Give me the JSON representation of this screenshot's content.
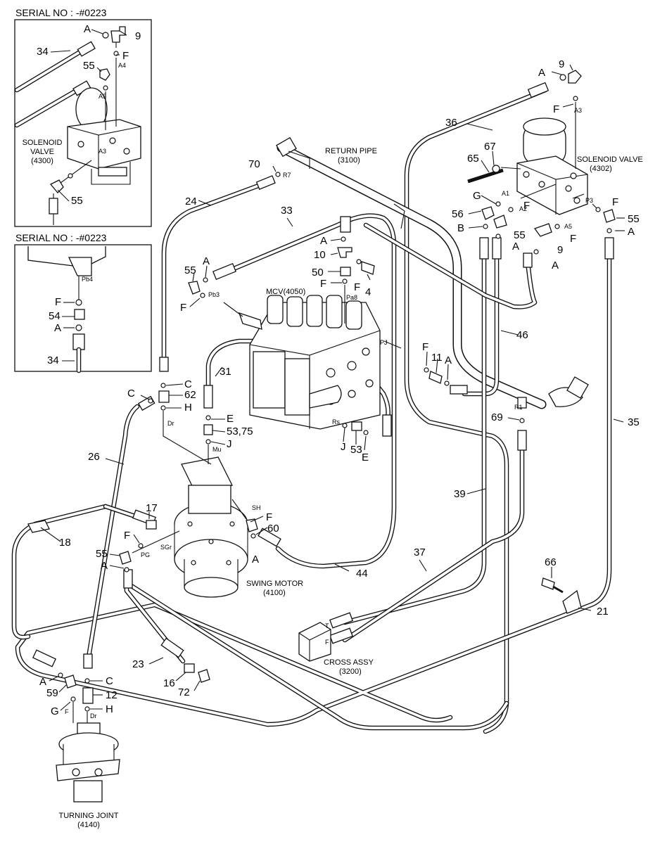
{
  "insets": {
    "top_header": "SERIAL NO : -#0223",
    "bottom_header": "SERIAL NO : -#0223",
    "top_solenoid_label": [
      "SOLENOID",
      "VALVE",
      "(4300)"
    ]
  },
  "components": {
    "return_pipe": [
      "RETURN PIPE",
      "(3100)"
    ],
    "solenoid_valve": [
      "SOLENOID VALVE",
      "(4302)"
    ],
    "mcv": "MCV(4050)",
    "swing_motor": [
      "SWING MOTOR",
      "(4100)"
    ],
    "cross_assy": [
      "CROSS ASSY",
      "(3200)"
    ],
    "turning_joint": [
      "TURNING JOINT",
      "(4140)"
    ]
  },
  "part_numbers": {
    "p9_top_inset": "9",
    "p34_inset": "34",
    "p55_inset_a": "55",
    "p55_inset_b": "55",
    "p54_inset": "54",
    "p34_inset_b": "34",
    "p9_right": "9",
    "p36": "36",
    "p67": "67",
    "p65": "65",
    "p55_right": "55",
    "p56": "56",
    "p55_mid": "55",
    "p9_mid": "9",
    "p70": "70",
    "p24": "24",
    "p33": "33",
    "p10": "10",
    "p50": "50",
    "p4": "4",
    "p55_left": "55",
    "p46": "46",
    "p11": "11",
    "p31": "31",
    "p62": "62",
    "p53_75": "53,75",
    "p53": "53",
    "p69": "69",
    "p35": "35",
    "p26": "26",
    "p39": "39",
    "p17": "17",
    "p18": "18",
    "p60": "60",
    "p55_swing": "55",
    "p44": "44",
    "p37": "37",
    "p66": "66",
    "p21": "21",
    "p23": "23",
    "p16": "16",
    "p72": "72",
    "p59": "59",
    "p12": "12"
  },
  "letters": {
    "A": "A",
    "F": "F",
    "G": "G",
    "B": "B",
    "C": "C",
    "H": "H",
    "E": "E",
    "J": "J"
  },
  "port_labels": {
    "A4": "A4",
    "A5": "A5",
    "A3": "A3",
    "Pb4": "Pb4",
    "R7": "R7",
    "A1": "A1",
    "A2": "A2",
    "P3": "P3",
    "Pb3": "Pb3",
    "Pa8": "Pa8",
    "PJ": "PJ",
    "R1": "R1",
    "Dr": "Dr",
    "Mu": "Mu",
    "Rs": "Rs",
    "SH": "SH",
    "SGr": "SGr",
    "PG": "PG",
    "T": "T",
    "Fp": "F"
  }
}
